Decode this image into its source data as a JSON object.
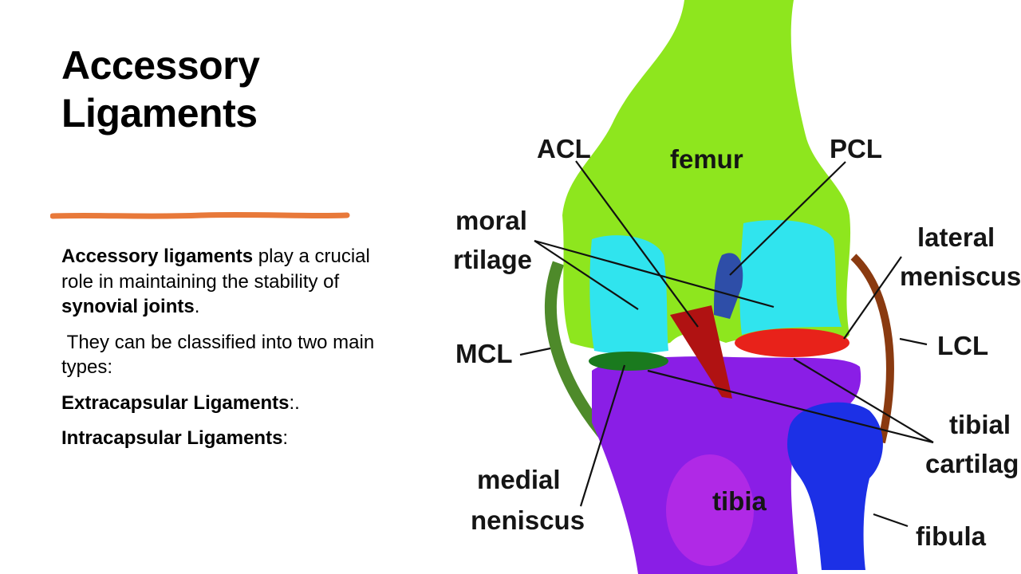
{
  "slide": {
    "title_line1": "Accessory",
    "title_line2": "Ligaments",
    "accent_color": "#E8793A",
    "paragraph1": {
      "bold1": "Accessory ligaments",
      "text1": " play a crucial role in maintaining the stability of ",
      "bold2": "synovial joints",
      "text2": "."
    },
    "paragraph2": " They can be classified into two main types:",
    "type1": {
      "bold": "Extracapsular Ligaments",
      "suffix": ":."
    },
    "type2": {
      "bold": "Intracapsular Ligaments",
      "suffix": ":"
    }
  },
  "diagram": {
    "labels": {
      "acl": "ACL",
      "femur": "femur",
      "pcl": "PCL",
      "femoral_cartilage_1": "moral",
      "femoral_cartilage_2": "rtilage",
      "lateral_meniscus_1": "lateral",
      "lateral_meniscus_2": "meniscus",
      "mcl": "MCL",
      "lcl": "LCL",
      "tibial_cartilage_1": "tibial",
      "tibial_cartilage_2": "cartilag",
      "medial_meniscus_1": "medial",
      "medial_meniscus_2": "neniscus",
      "tibia": "tibia",
      "fibula": "fibula"
    },
    "colors": {
      "femur": "#8EE61E",
      "cartilage": "#30E4EE",
      "tibia": "#8A1EE6",
      "fibula": "#1C30E6",
      "acl": "#B01212",
      "lateral_meniscus": "#E8221A",
      "medial_meniscus": "#1A7A1E",
      "mcl": "#4E8A2A",
      "lcl": "#8A3A10"
    }
  }
}
